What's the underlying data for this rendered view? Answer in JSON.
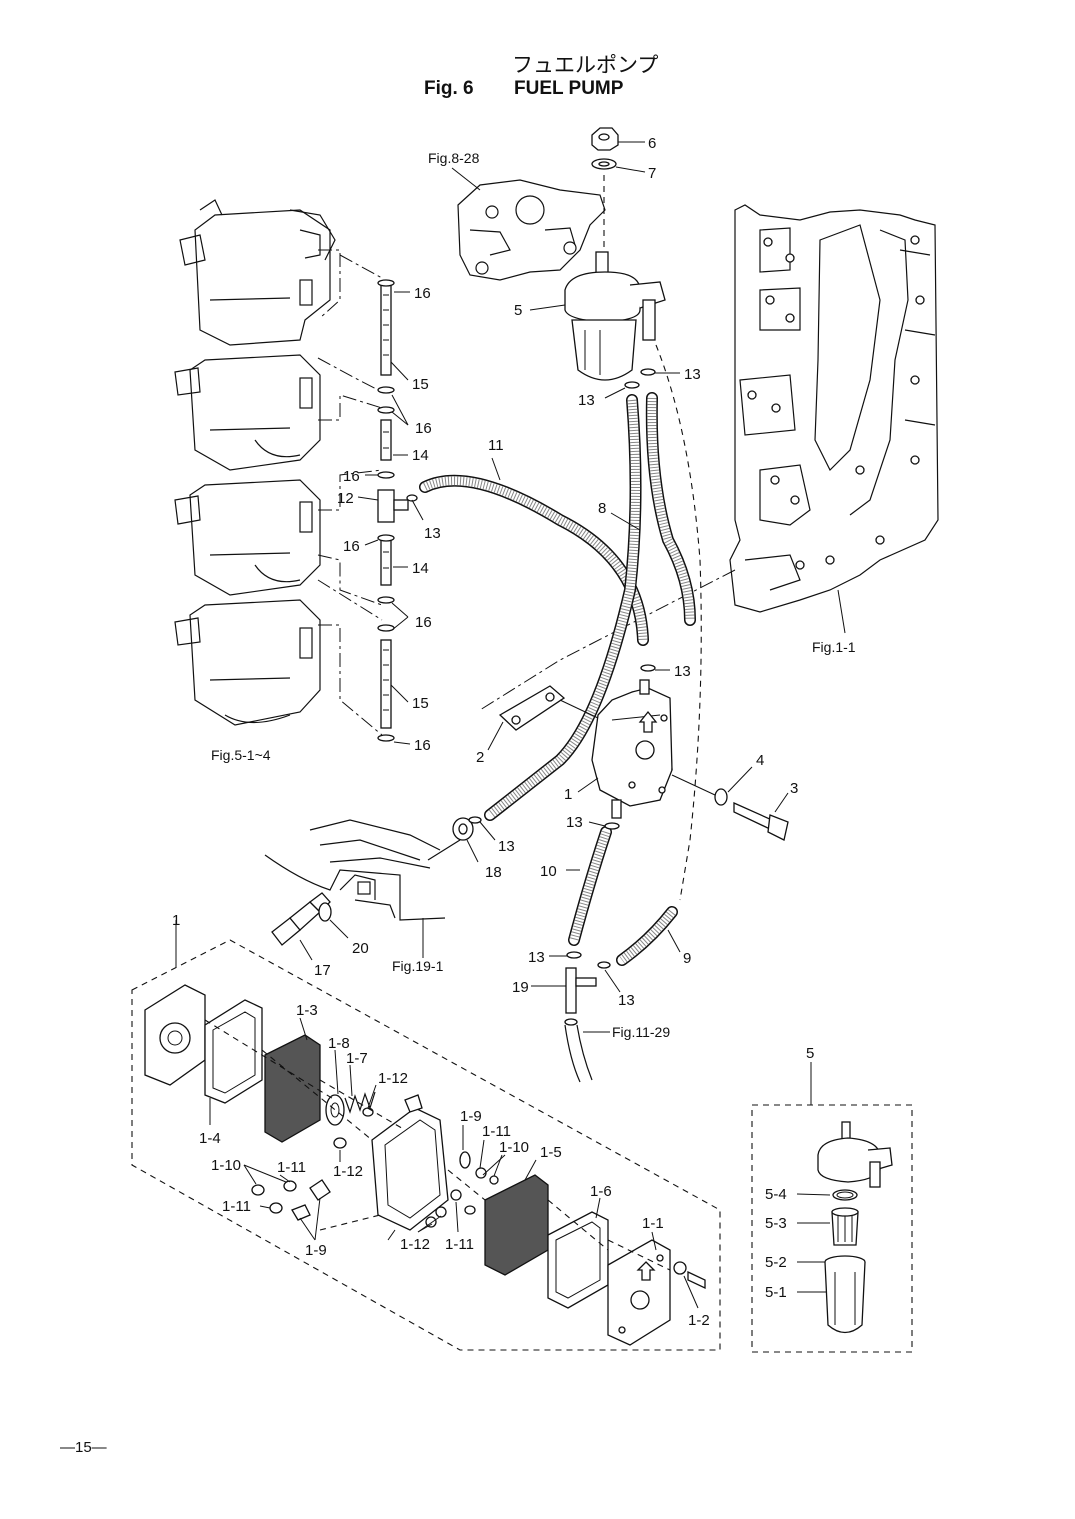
{
  "title": {
    "japanese": "フュエルポンプ",
    "fig_number": "Fig. 6",
    "english": "FUEL PUMP"
  },
  "page_number": "—15—",
  "figure_references": {
    "fig_8_28": "Fig.8-28",
    "fig_1_1": "Fig.1-1",
    "fig_5_1_4": "Fig.5-1~4",
    "fig_19_1": "Fig.19-1",
    "fig_11_29": "Fig.11-29"
  },
  "labels": {
    "p6": "6",
    "p7": "7",
    "p5": "5",
    "p13a": "13",
    "p13b": "13",
    "p16a": "16",
    "p15a": "15",
    "p16b": "16",
    "p14a": "14",
    "p16c": "16",
    "p12": "12",
    "p13c": "13",
    "p16d": "16",
    "p14b": "14",
    "p16e": "16",
    "p15b": "15",
    "p16f": "16",
    "p11": "11",
    "p8": "8",
    "p13d": "13",
    "p2": "2",
    "p1": "1",
    "p4": "4",
    "p3": "3",
    "p13e": "13",
    "p13f": "13",
    "p18": "18",
    "p10": "10",
    "p20": "20",
    "p17": "17",
    "p9": "9",
    "p13g": "13",
    "p19": "19",
    "p13h": "13",
    "k1": "1",
    "k1_3": "1-3",
    "k1_8": "1-8",
    "k1_7": "1-7",
    "k1_12a": "1-12",
    "k1_4": "1-4",
    "k1_12b": "1-12",
    "k1_9a": "1-9",
    "k1_11a": "1-11",
    "k1_10a": "1-10",
    "k1_5": "1-5",
    "k1_10b": "1-10",
    "k1_11b": "1-11",
    "k1_11c": "1-11",
    "k1_9b": "1-9",
    "k1_12c": "1-12",
    "k1_11d": "1-11",
    "k1_6": "1-6",
    "k1_1": "1-1",
    "k1_2": "1-2",
    "k5": "5",
    "k5_4": "5-4",
    "k5_3": "5-3",
    "k5_2": "5-2",
    "k5_1": "5-1"
  }
}
